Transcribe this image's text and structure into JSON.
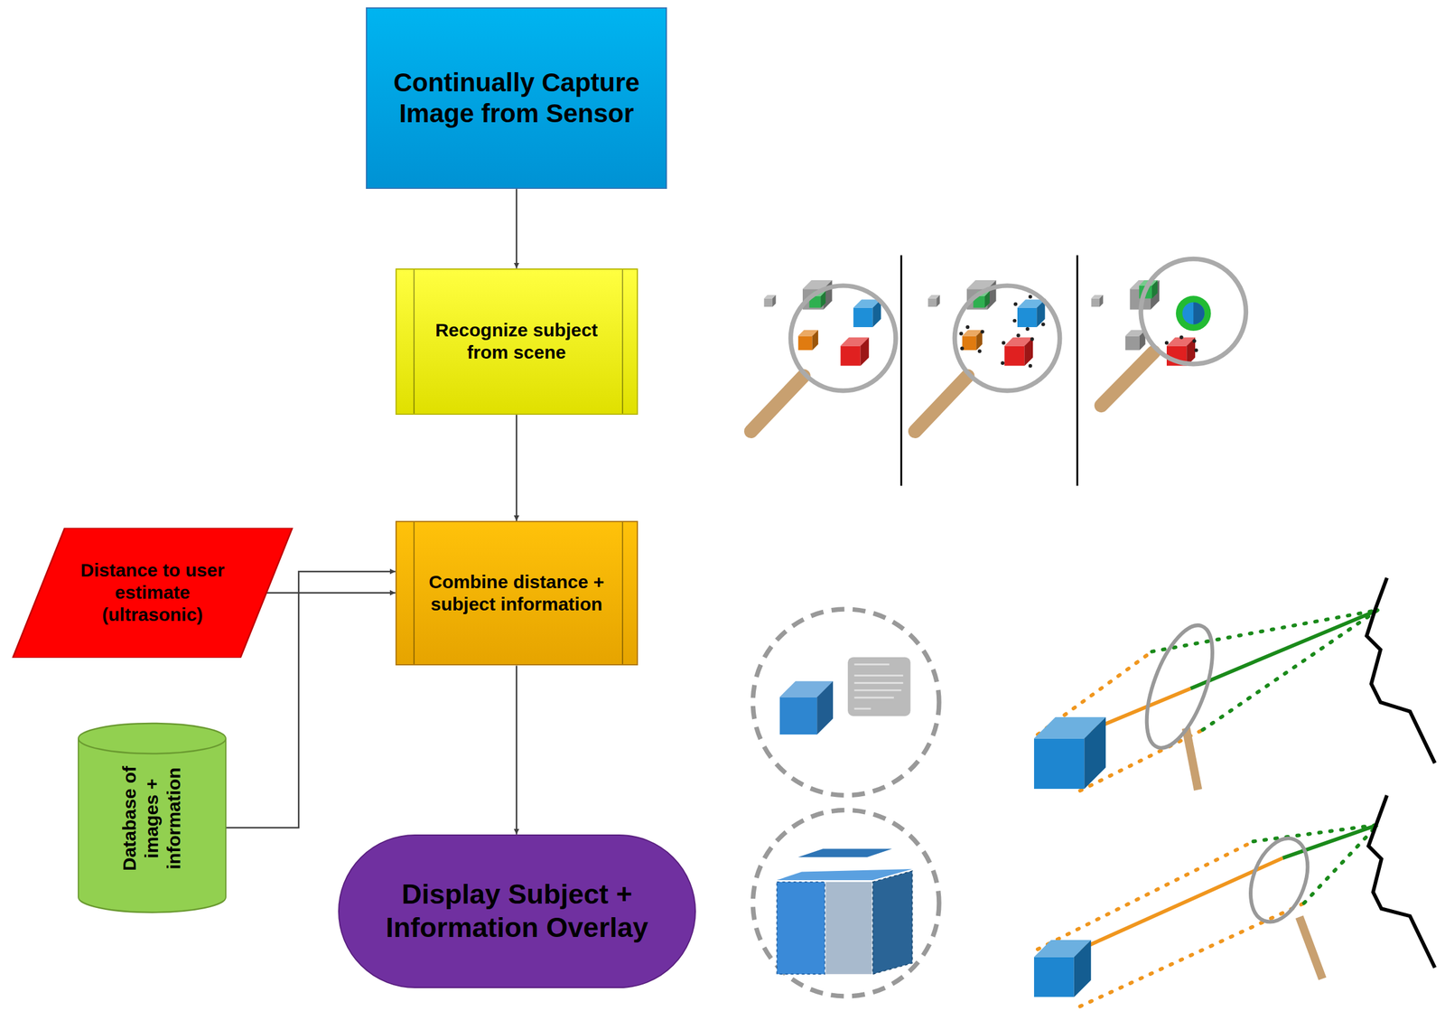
{
  "diagram": {
    "nodes": [
      {
        "text": [
          "Continually Capture Image from Sensor"
        ]
      },
      {
        "text": [
          "Recognize subject from scene"
        ]
      },
      {
        "text": [
          "Distance to user estimate (ultrasonic)"
        ]
      },
      {
        "text": [
          "Combine distance + subject information"
        ]
      },
      {
        "text": [
          "Database of images + information"
        ]
      },
      {
        "text": [
          "Display Subject + Information Overlay"
        ]
      }
    ],
    "edges": [
      {
        "from": 0,
        "to": 1,
        "arrow": "to"
      },
      {
        "from": 1,
        "to": 3,
        "arrow": "to"
      },
      {
        "from": 2,
        "to": 3,
        "arrow": "to"
      },
      {
        "from": 4,
        "to": 3,
        "arrow": "to"
      },
      {
        "from": 3,
        "to": 5,
        "arrow": "to"
      }
    ]
  }
}
